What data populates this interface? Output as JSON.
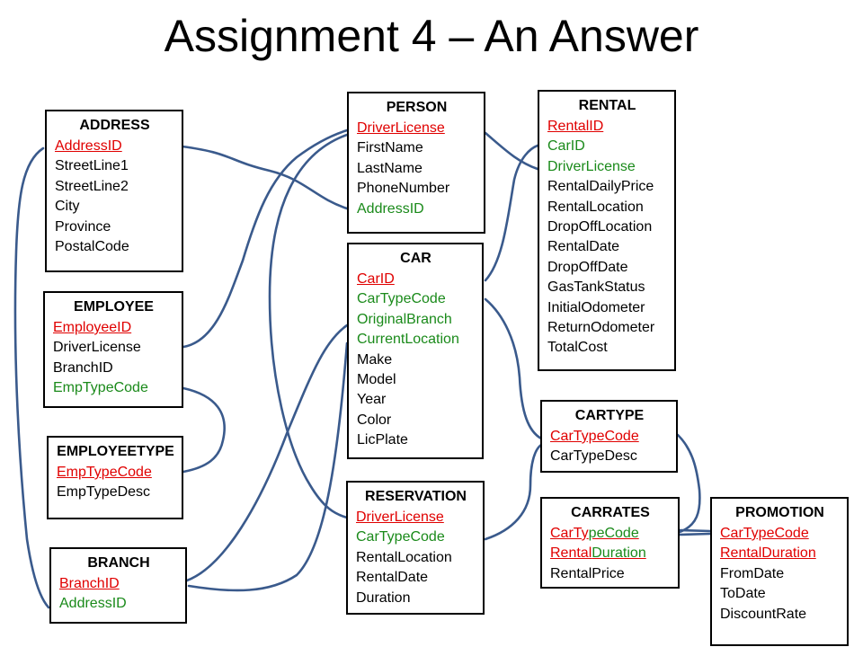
{
  "title": "Assignment 4 – An Answer",
  "entities": {
    "address": {
      "title": "ADDRESS",
      "attrs": [
        {
          "text": "AddressID",
          "kind": "pk"
        },
        {
          "text": "StreetLine1",
          "kind": "plain"
        },
        {
          "text": "StreetLine2",
          "kind": "plain"
        },
        {
          "text": "City",
          "kind": "plain"
        },
        {
          "text": "Province",
          "kind": "plain"
        },
        {
          "text": "PostalCode",
          "kind": "plain"
        }
      ]
    },
    "employee": {
      "title": "EMPLOYEE",
      "attrs": [
        {
          "text": "EmployeeID",
          "kind": "pk"
        },
        {
          "text": "DriverLicense",
          "kind": "plain"
        },
        {
          "text": "BranchID",
          "kind": "plain"
        },
        {
          "text": "EmpTypeCode",
          "kind": "fk"
        }
      ]
    },
    "employeetype": {
      "title": "EMPLOYEETYPE",
      "attrs": [
        {
          "text": "EmpTypeCode",
          "kind": "pk"
        },
        {
          "text": "EmpTypeDesc",
          "kind": "plain"
        }
      ]
    },
    "branch": {
      "title": "BRANCH",
      "attrs": [
        {
          "text": "BranchID",
          "kind": "pk"
        },
        {
          "text": "AddressID",
          "kind": "fk"
        }
      ]
    },
    "person": {
      "title": "PERSON",
      "attrs": [
        {
          "text": "DriverLicense",
          "kind": "pk"
        },
        {
          "text": "FirstName",
          "kind": "plain"
        },
        {
          "text": "LastName",
          "kind": "plain"
        },
        {
          "text": "PhoneNumber",
          "kind": "plain"
        },
        {
          "text": "AddressID",
          "kind": "fk"
        }
      ]
    },
    "car": {
      "title": "CAR",
      "attrs": [
        {
          "text": "CarID",
          "kind": "pk"
        },
        {
          "text": "CarTypeCode",
          "kind": "fk"
        },
        {
          "text": "OriginalBranch",
          "kind": "fk"
        },
        {
          "text": "CurrentLocation",
          "kind": "fk"
        },
        {
          "text": "Make",
          "kind": "plain"
        },
        {
          "text": "Model",
          "kind": "plain"
        },
        {
          "text": "Year",
          "kind": "plain"
        },
        {
          "text": "Color",
          "kind": "plain"
        },
        {
          "text": "LicPlate",
          "kind": "plain"
        }
      ]
    },
    "reservation": {
      "title": "RESERVATION",
      "attrs": [
        {
          "text": "DriverLicense",
          "kind": "pk"
        },
        {
          "text": "CarTypeCode",
          "kind": "fk"
        },
        {
          "text": "RentalLocation",
          "kind": "plain"
        },
        {
          "text": "RentalDate",
          "kind": "plain"
        },
        {
          "text": "Duration",
          "kind": "plain"
        }
      ]
    },
    "rental": {
      "title": "RENTAL",
      "attrs": [
        {
          "text": "RentalID",
          "kind": "pk"
        },
        {
          "text": "CarID",
          "kind": "fk"
        },
        {
          "text": "DriverLicense",
          "kind": "fk"
        },
        {
          "text": "RentalDailyPrice",
          "kind": "plain"
        },
        {
          "text": "RentalLocation",
          "kind": "plain"
        },
        {
          "text": "DropOffLocation",
          "kind": "plain"
        },
        {
          "text": "RentalDate",
          "kind": "plain"
        },
        {
          "text": "DropOffDate",
          "kind": "plain"
        },
        {
          "text": "GasTankStatus",
          "kind": "plain"
        },
        {
          "text": "InitialOdometer",
          "kind": "plain"
        },
        {
          "text": "ReturnOdometer",
          "kind": "plain"
        },
        {
          "text": "TotalCost",
          "kind": "plain"
        }
      ]
    },
    "cartype": {
      "title": "CARTYPE",
      "attrs": [
        {
          "text": "CarTypeCode",
          "kind": "pk"
        },
        {
          "text": "CarTypeDesc",
          "kind": "plain"
        }
      ]
    },
    "carrates": {
      "title": "CARRATES",
      "attrs": [
        {
          "text": "CarTypeCode",
          "kind": "split",
          "red": "CarTy",
          "green": "peCode"
        },
        {
          "text": "RentalDuration",
          "kind": "split",
          "red": "Rental",
          "green": "Duration"
        },
        {
          "text": "RentalPrice",
          "kind": "plain"
        }
      ]
    },
    "promotion": {
      "title": "PROMOTION",
      "attrs": [
        {
          "text": "CarTypeCode",
          "kind": "pk"
        },
        {
          "text": "RentalDuration",
          "kind": "pk"
        },
        {
          "text": "FromDate",
          "kind": "plain"
        },
        {
          "text": "ToDate",
          "kind": "plain"
        },
        {
          "text": "DiscountRate",
          "kind": "plain"
        }
      ]
    }
  },
  "colors": {
    "primary_key": "#e00000",
    "foreign_key": "#1a8a1a",
    "link_line": "#3a5a8c"
  }
}
